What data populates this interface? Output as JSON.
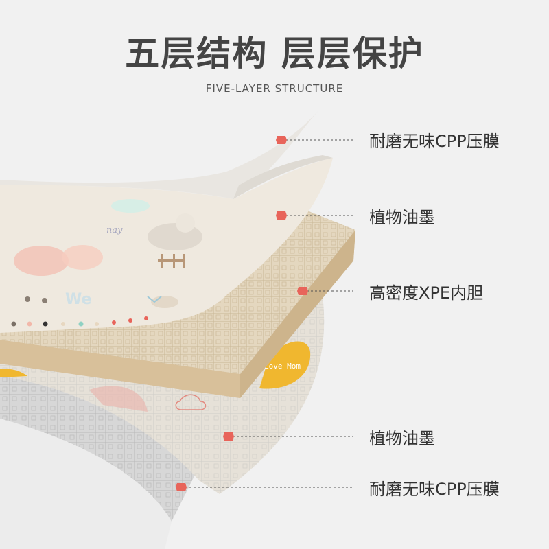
{
  "header": {
    "title": "五层结构  层层保护",
    "subtitle": "FIVE-LAYER STRUCTURE"
  },
  "illustration": {
    "print_texts": [
      "nay",
      "We",
      "Love Mom"
    ]
  },
  "layers": [
    {
      "label": "耐磨无味CPP压膜"
    },
    {
      "label": "植物油墨"
    },
    {
      "label": "高密度XPE内胆"
    },
    {
      "label": "植物油墨"
    },
    {
      "label": "耐磨无味CPP压膜"
    }
  ],
  "colors": {
    "background": "#f1f1f1",
    "marker": "#e8645a",
    "title": "#444444",
    "foam": "#d8cab0",
    "foam_edge": "#c6b08f"
  }
}
